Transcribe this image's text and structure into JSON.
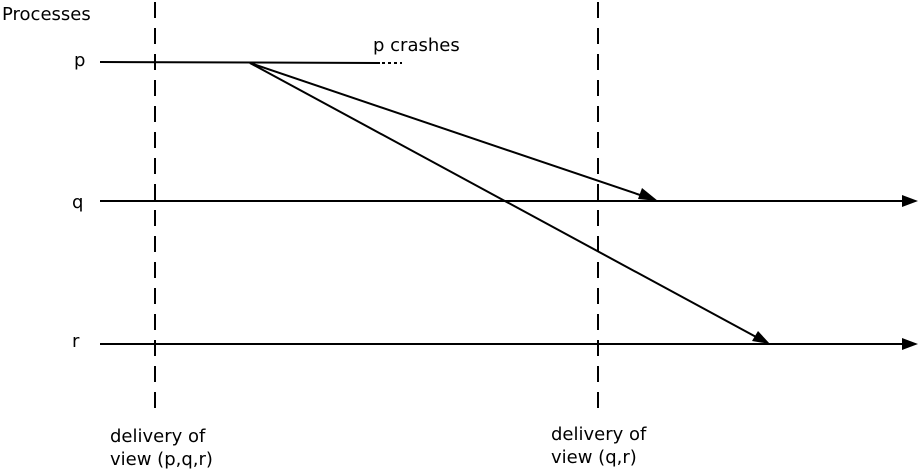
{
  "title": "Processes",
  "processes": [
    {
      "label": "p"
    },
    {
      "label": "q"
    },
    {
      "label": "r"
    }
  ],
  "annotation": "p crashes",
  "views": [
    {
      "line1": "delivery of",
      "line2": "view (p,q,r)"
    },
    {
      "line1": "delivery of",
      "line2": "view (q,r)"
    }
  ],
  "messages": [
    {
      "from": "p",
      "to": "q"
    },
    {
      "from": "p",
      "to": "r"
    }
  ]
}
